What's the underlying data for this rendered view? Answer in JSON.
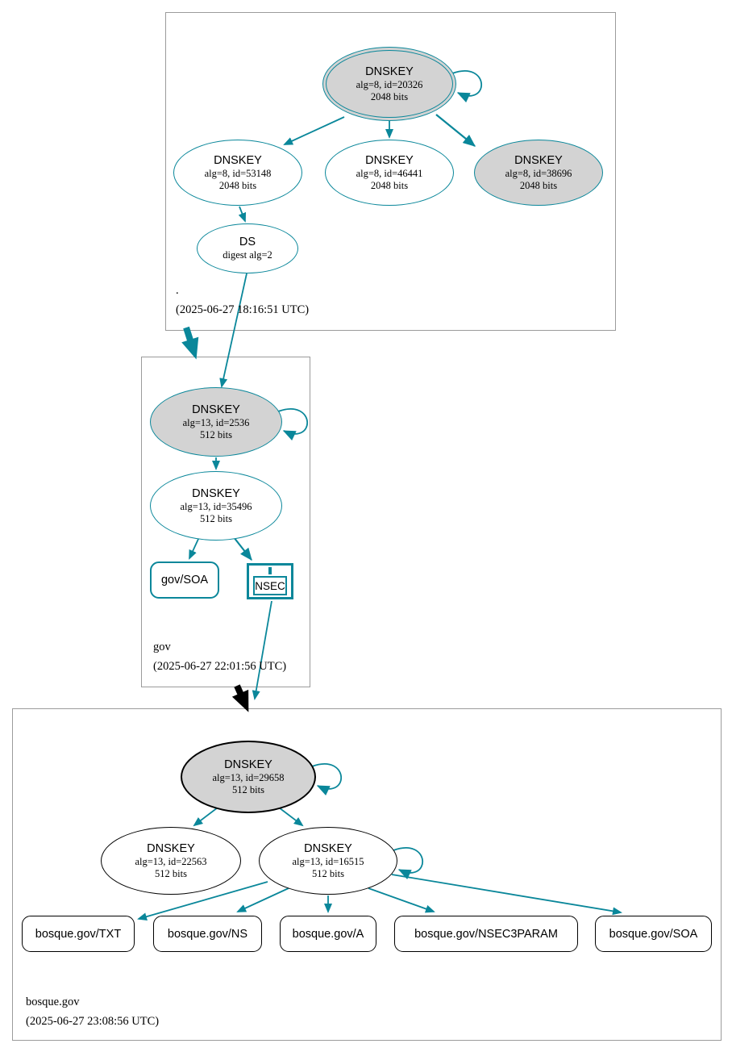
{
  "diagram_type": "dnssec-authentication-chain",
  "colors": {
    "secure_edge": "#0a879a",
    "insecure_edge": "#000000",
    "sep_key_fill": "#d3d3d3",
    "cluster_border": "#9b9b9b"
  },
  "zones": {
    "root": {
      "label": ".",
      "timestamp": "(2025-06-27 18:16:51 UTC)",
      "ksk20326": {
        "title": "DNSKEY",
        "line2": "alg=8, id=20326",
        "line3": "2048 bits"
      },
      "key53148": {
        "title": "DNSKEY",
        "line2": "alg=8, id=53148",
        "line3": "2048 bits"
      },
      "key46441": {
        "title": "DNSKEY",
        "line2": "alg=8, id=46441",
        "line3": "2048 bits"
      },
      "key38696": {
        "title": "DNSKEY",
        "line2": "alg=8, id=38696",
        "line3": "2048 bits"
      },
      "ds": {
        "title": "DS",
        "line2": "digest alg=2"
      }
    },
    "gov": {
      "label": "gov",
      "timestamp": "(2025-06-27 22:01:56 UTC)",
      "ksk2536": {
        "title": "DNSKEY",
        "line2": "alg=13, id=2536",
        "line3": "512 bits"
      },
      "zsk35496": {
        "title": "DNSKEY",
        "line2": "alg=13, id=35496",
        "line3": "512 bits"
      },
      "soa": "gov/SOA",
      "nsec": "NSEC"
    },
    "bosque": {
      "label": "bosque.gov",
      "timestamp": "(2025-06-27 23:08:56 UTC)",
      "ksk29658": {
        "title": "DNSKEY",
        "line2": "alg=13, id=29658",
        "line3": "512 bits"
      },
      "key22563": {
        "title": "DNSKEY",
        "line2": "alg=13, id=22563",
        "line3": "512 bits"
      },
      "key16515": {
        "title": "DNSKEY",
        "line2": "alg=13, id=16515",
        "line3": "512 bits"
      },
      "rrsets": [
        "bosque.gov/TXT",
        "bosque.gov/NS",
        "bosque.gov/A",
        "bosque.gov/NSEC3PARAM",
        "bosque.gov/SOA"
      ]
    }
  }
}
